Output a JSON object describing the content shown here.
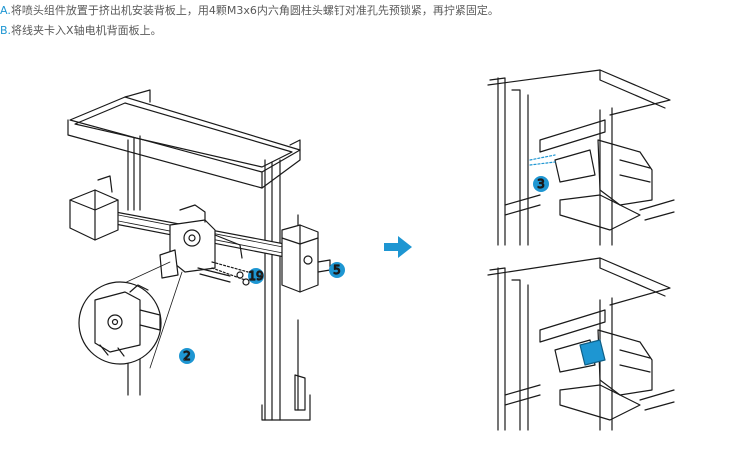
{
  "instructions": {
    "step_a": {
      "letter": "A.",
      "text": "将喷头组件放置于挤出机安装背板上，用4颗M3x6内六角圆柱头螺钉对准孔先预锁紧，再拧紧固定。"
    },
    "step_b": {
      "letter": "B.",
      "text": "将线夹卡入X轴电机背面板上。"
    }
  },
  "callouts": {
    "screw_count": "19",
    "part_number": "5",
    "nozzle_kit": "2",
    "clip_part": "3"
  },
  "colors": {
    "accent": "#1e96d2",
    "text": "#5a5a5a",
    "line": "#1a1a1a"
  },
  "icons": {
    "arrow": "right-arrow-icon"
  }
}
